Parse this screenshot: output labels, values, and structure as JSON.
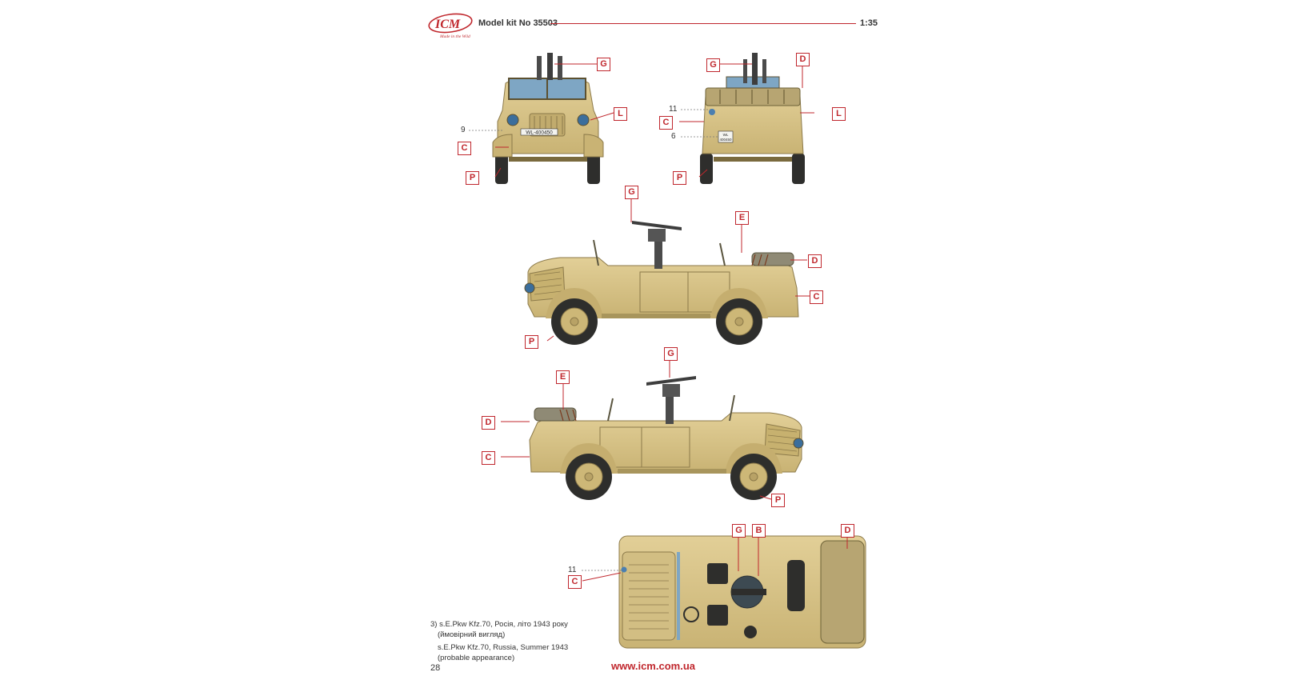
{
  "header": {
    "brand": "ICM",
    "tagline": "Made in the Wild",
    "kit_label": "Model kit No 35503",
    "scale": "1:35"
  },
  "callouts": {
    "front": {
      "g": "G",
      "l": "L",
      "c": "C",
      "p": "P",
      "num9": "9"
    },
    "rear": {
      "g": "G",
      "d": "D",
      "l": "L",
      "c": "C",
      "p": "P",
      "num11": "11",
      "num6": "6"
    },
    "right": {
      "g": "G",
      "e": "E",
      "d": "D",
      "c": "C",
      "p": "P"
    },
    "left": {
      "g": "G",
      "e": "E",
      "d": "D",
      "c": "C",
      "p": "P"
    },
    "top": {
      "g": "G",
      "b": "B",
      "d": "D",
      "c": "C",
      "num11": "11"
    }
  },
  "plates": {
    "front": "WL-400450",
    "rear_top": "WL",
    "rear_bottom": "400450"
  },
  "caption": {
    "ua_line1": "3) s.E.Pkw Kfz.70, Росія, літо 1943 року",
    "ua_line2": "(ймовірний вигляд)",
    "en_line1": "s.E.Pkw Kfz.70, Russia, Summer 1943",
    "en_line2": "(probable appearance)"
  },
  "footer": {
    "url": "www.icm.com.ua",
    "page": "28"
  },
  "colors": {
    "accent": "#c0272d",
    "sand": "#d8c48a",
    "sand_dark": "#b9a56c",
    "tire": "#2e2e2c",
    "metal": "#4b4b4b"
  }
}
